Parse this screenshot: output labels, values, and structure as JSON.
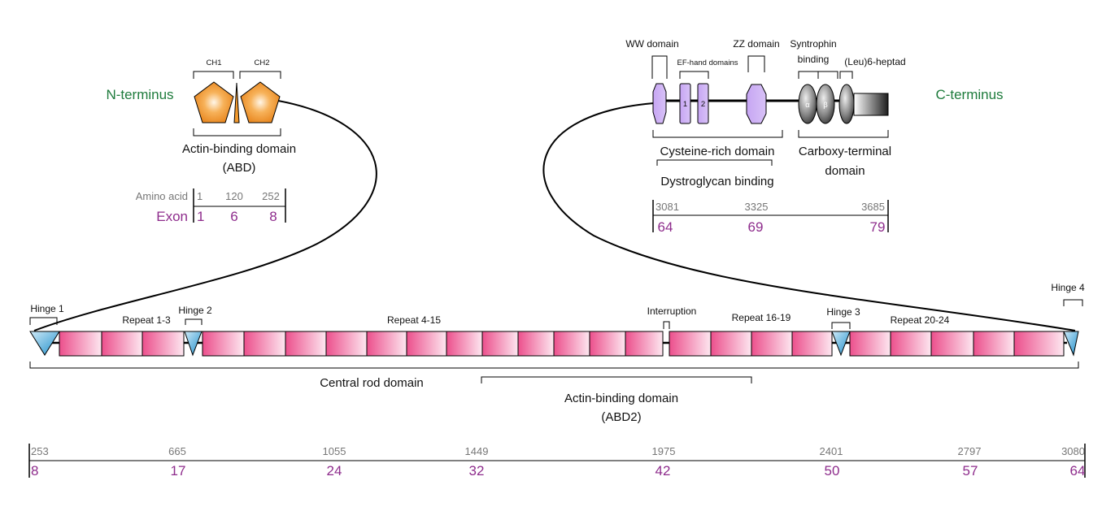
{
  "colors": {
    "terminus": "#1e7b3c",
    "amino_acid": "#777777",
    "exon": "#8e2c8c",
    "ch_domain": "#f29a2e",
    "hinge": "#2c9bd2",
    "repeat_pink": "#ee5b93",
    "domain_purple": "#c9a9f2",
    "carboxy_grey": "#555555"
  },
  "n_terminal": {
    "terminus_label": "N-terminus",
    "ch1_label": "CH1",
    "ch2_label": "CH2",
    "abd_label_line1": "Actin-binding domain",
    "abd_label_line2": "(ABD)",
    "scale": {
      "amino_acid_label": "Amino acid",
      "exon_label": "Exon",
      "amino_acids": [
        "1",
        "120",
        "252"
      ],
      "exons": [
        "1",
        "6",
        "8"
      ]
    }
  },
  "c_terminal": {
    "terminus_label": "C-terminus",
    "ww_label": "WW domain",
    "ef_hand_label": "EF-hand domains",
    "ef_hand_1": "1",
    "ef_hand_2": "2",
    "zz_label": "ZZ domain",
    "syntrophin_line1": "Syntrophin",
    "syntrophin_line2": "binding",
    "leu_label": "(Leu)6-heptad",
    "alpha": "α",
    "beta": "β",
    "cysteine_label": "Cysteine-rich domain",
    "dystroglycan_label": "Dystroglycan binding",
    "carboxy_line1": "Carboxy-terminal",
    "carboxy_line2": "domain",
    "scale": {
      "amino_acids": [
        "3081",
        "3325",
        "3685"
      ],
      "exons": [
        "64",
        "69",
        "79"
      ]
    }
  },
  "rod": {
    "hinge1": "Hinge 1",
    "hinge2": "Hinge 2",
    "hinge3": "Hinge 3",
    "hinge4": "Hinge 4",
    "repeat_1_3": "Repeat 1-3",
    "repeat_4_15": "Repeat 4-15",
    "interruption": "Interruption",
    "repeat_16_19": "Repeat 16-19",
    "repeat_20_24": "Repeat 20-24",
    "central_rod_label": "Central rod domain",
    "abd2_line1": "Actin-binding domain",
    "abd2_line2": "(ABD2)",
    "scale": {
      "amino_acids": [
        "253",
        "665",
        "1055",
        "1449",
        "1975",
        "2401",
        "2797",
        "3080"
      ],
      "exons": [
        "8",
        "17",
        "24",
        "32",
        "42",
        "50",
        "57",
        "64"
      ]
    }
  }
}
